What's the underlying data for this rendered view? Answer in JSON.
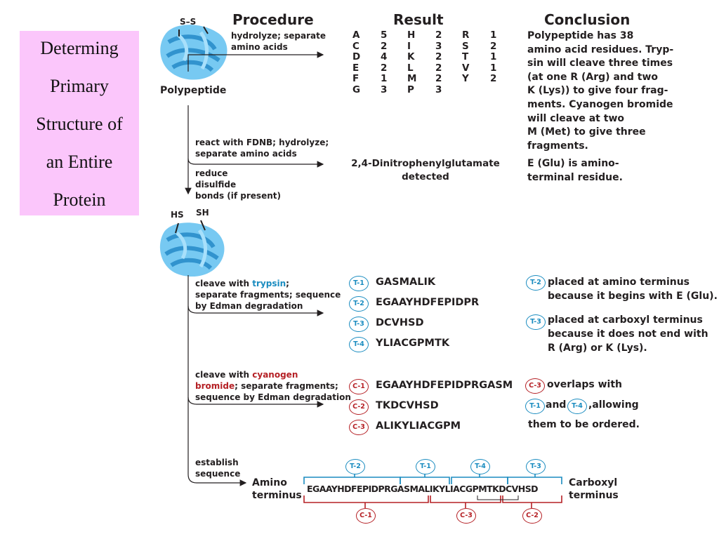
{
  "title": {
    "lines": [
      "Determing",
      "Primary",
      "Structure of",
      "an Entire",
      "Protein"
    ]
  },
  "headers": {
    "procedure": "Procedure",
    "result": "Result",
    "conclusion": "Conclusion"
  },
  "molecule": {
    "disulfide_label": "S–S",
    "label": "Polypeptide",
    "reduced_left": "HS",
    "reduced_right": "SH"
  },
  "step1": {
    "procedure": [
      "hydrolyze; separate",
      "amino acids"
    ],
    "amino_acids": [
      [
        "A",
        "5",
        "H",
        "2",
        "R",
        "1"
      ],
      [
        "C",
        "2",
        "I",
        "3",
        "S",
        "2"
      ],
      [
        "D",
        "4",
        "K",
        "2",
        "T",
        "1"
      ],
      [
        "E",
        "2",
        "L",
        "2",
        "V",
        "1"
      ],
      [
        "F",
        "1",
        "M",
        "2",
        "Y",
        "2"
      ],
      [
        "G",
        "3",
        "P",
        "3",
        "",
        ""
      ]
    ],
    "conclusion": [
      "Polypeptide has 38",
      "amino acid residues. Tryp-",
      "sin will cleave three times",
      "(at one R (Arg) and two",
      "K (Lys)) to give four frag-",
      "ments. Cyanogen bromide",
      "will cleave at two",
      "M (Met) to give three",
      "fragments."
    ]
  },
  "step2": {
    "procedure": [
      "react with FDNB;  hydrolyze;",
      "separate  amino acids"
    ],
    "result": [
      "2,4-Dinitrophenylglutamate",
      "detected"
    ],
    "conclusion": [
      "E  (Glu) is amino-",
      "terminal  residue."
    ]
  },
  "reduce_step": [
    "reduce",
    "disulfide",
    "bonds (if present)"
  ],
  "step3": {
    "procedure_pre": "cleave  with ",
    "procedure_highlight": "trypsin",
    "procedure_post": ";",
    "procedure_rest": [
      "separate fragments; sequence",
      "by Edman degradation"
    ],
    "fragments": [
      {
        "badge": "T-1",
        "sequence": "GASMALIK"
      },
      {
        "badge": "T-2",
        "sequence": "EGAAYHDFEPIDPR"
      },
      {
        "badge": "T-3",
        "sequence": "DCVHSD"
      },
      {
        "badge": "T-4",
        "sequence": "YLIACGPMTK"
      }
    ],
    "conclusion_a": {
      "badge": "T-2",
      "lines": [
        "placed at amino terminus",
        "because it begins with E (Glu)."
      ]
    },
    "conclusion_b": {
      "badge": "T-3",
      "lines": [
        "placed at carboxyl terminus",
        "because it does not end with",
        "R (Arg) or K (Lys)."
      ]
    }
  },
  "step4": {
    "procedure_pre": "cleave  with ",
    "procedure_highlight_1": "cyanogen",
    "procedure_highlight_2": "bromide",
    "procedure_post": "; separate fragments;",
    "procedure_rest": "sequence by Edman degradation",
    "fragments": [
      {
        "badge": "C-1",
        "sequence": "EGAAYHDFEPIDPRGASM"
      },
      {
        "badge": "C-2",
        "sequence": "TKDCVHSD"
      },
      {
        "badge": "C-3",
        "sequence": "ALIKYLIACGPM"
      }
    ],
    "conclusion": {
      "badge_c3": "C-3",
      "text1": "overlaps with",
      "badge_t1": "T-1",
      "text2": "and",
      "badge_t4": "T-4",
      "text3": ",allowing",
      "text4": "them to be ordered."
    }
  },
  "step5": {
    "procedure": [
      "establish",
      "sequence"
    ],
    "amino_label": [
      "Amino",
      "terminus"
    ],
    "carboxyl_label": [
      "Carboxyl",
      "terminus"
    ],
    "sequence": "EGAAYHDFEPIDPRGASMALIKYLIACGPMTKDCVHSD",
    "top_badges": [
      "T-2",
      "T-1",
      "T-4",
      "T-3"
    ],
    "bottom_badges": [
      "C-1",
      "C-3",
      "C-2"
    ]
  },
  "colors": {
    "trypsin": "#1a8cc0",
    "cyanogen": "#b52025",
    "title_bg": "#fbc6fb",
    "protein": "#4ab0e6"
  }
}
